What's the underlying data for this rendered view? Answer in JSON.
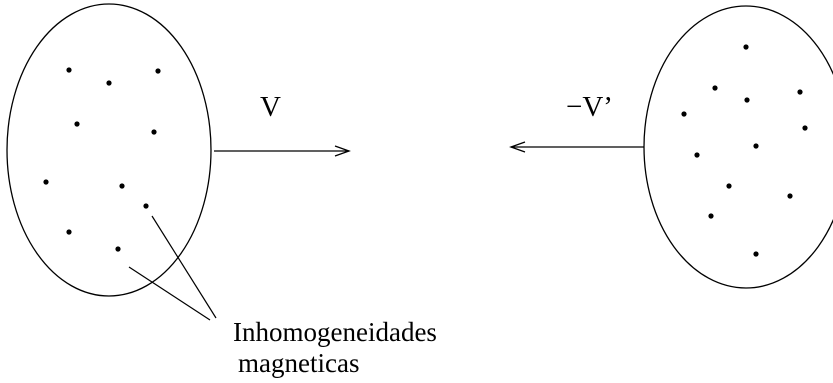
{
  "labels": {
    "velocity_left": "V",
    "velocity_right": "−V’",
    "annotation_line1": "Inhomogeneidades",
    "annotation_line2": "magneticas"
  },
  "colors": {
    "stroke": "#000000",
    "background": "#ffffff"
  }
}
